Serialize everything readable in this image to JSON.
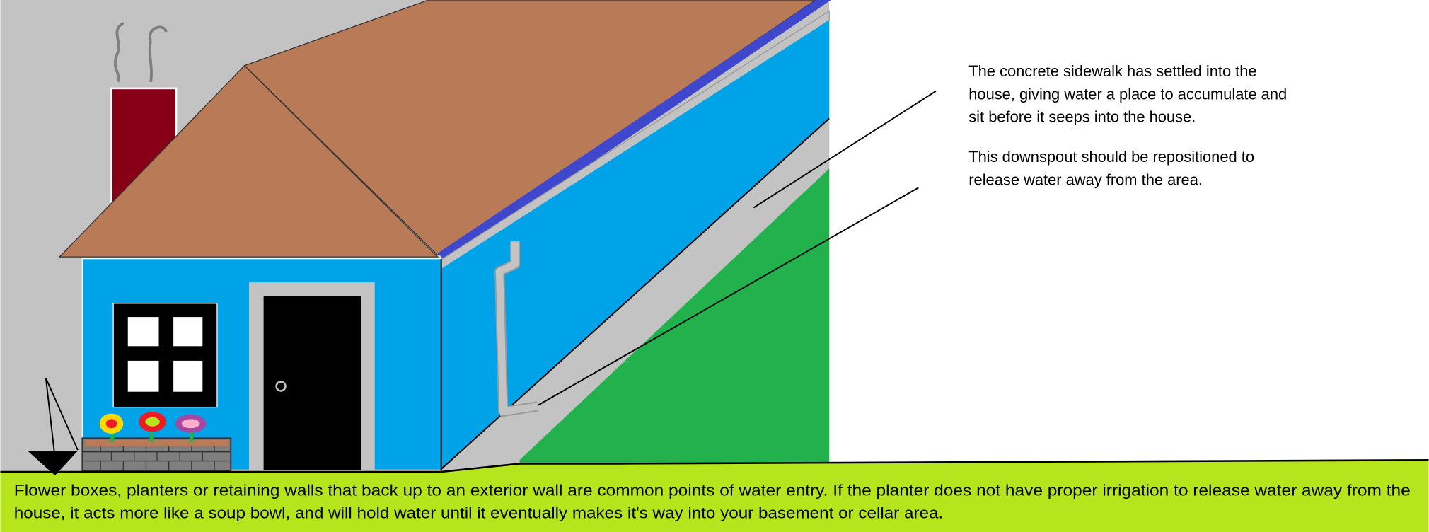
{
  "annotations": {
    "sidewalk_lines": [
      "The concrete sidewalk has settled into the",
      "house, giving water a place to accumulate and",
      "sit before it seeps into the house."
    ],
    "downspout_lines": [
      "This downspout should be repositioned to",
      "release water away from the area."
    ],
    "planter_lines": [
      "Flower boxes, planters or retaining walls that back up to an exterior wall are common points of water entry. If the planter does not have proper irrigation to release water away from the",
      "house, it acts more like a soup bowl, and will hold water until it eventually makes it's way into your basement or cellar area."
    ]
  },
  "colors": {
    "sky": "#c3c3c3",
    "roof": "#b97a57",
    "gutter": "#3f48cc",
    "wall": "#00a2e8",
    "lawn": "#22b14c",
    "ground": "#b5e61d",
    "chimney": "#880015",
    "concrete": "#c3c3c3"
  }
}
